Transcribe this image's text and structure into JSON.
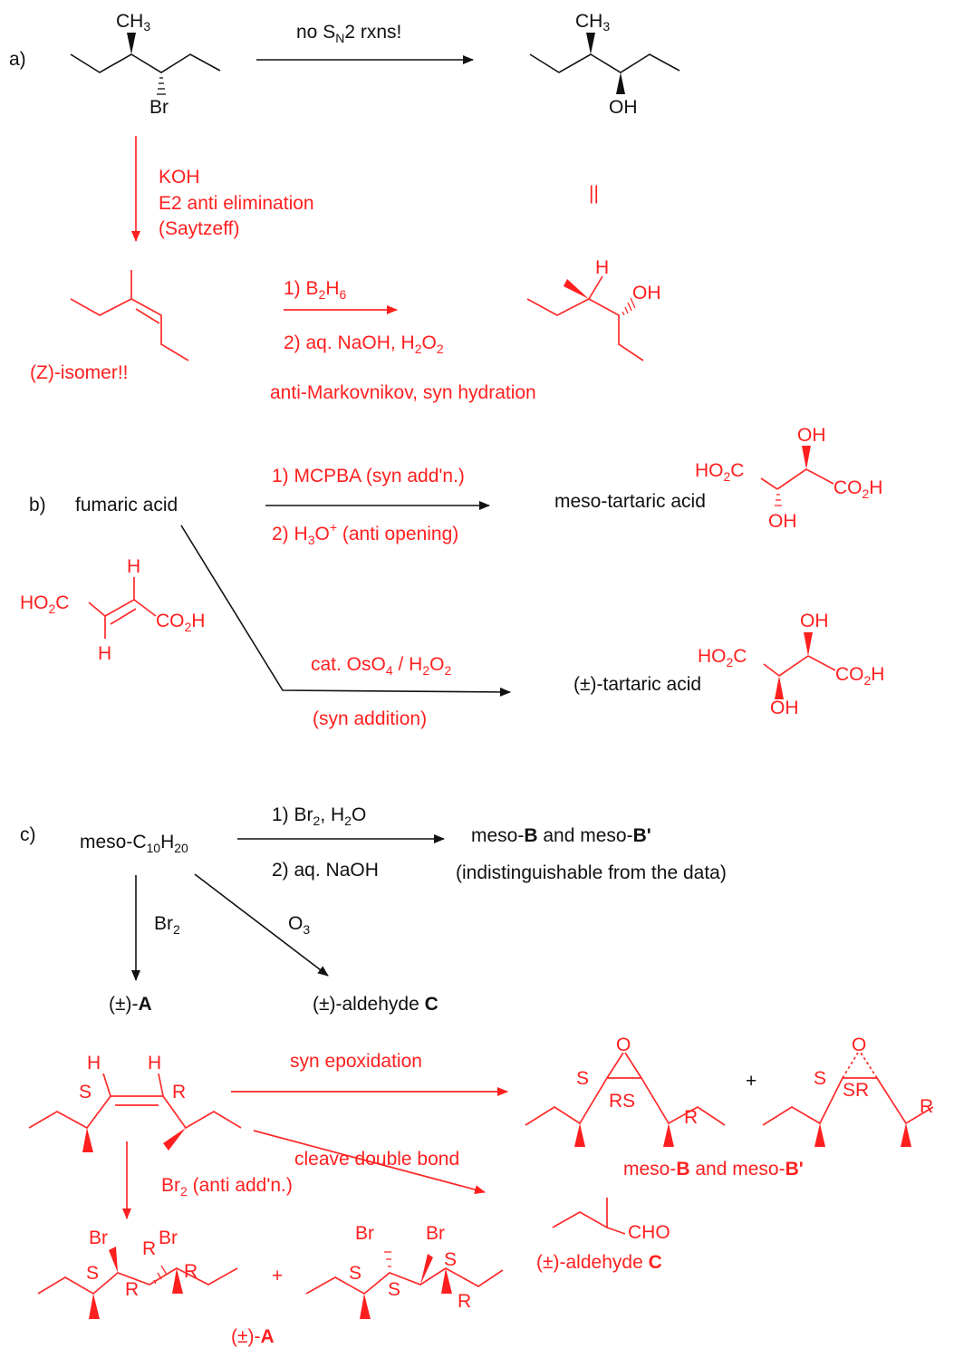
{
  "colors": {
    "ink": "#111111",
    "red": "#ff1f1f"
  },
  "a": {
    "label": "a)",
    "ch3": "CH",
    "ch3_sub": "3",
    "br": "Br",
    "oh": "OH",
    "top_arrow_pre": "no S",
    "top_arrow_sub": "N",
    "top_arrow_post": "2 rxns!",
    "down_1": "KOH",
    "down_2": "E2 anti elimination",
    "down_3": "(Saytzeff)",
    "equal_sign": "||",
    "z_isomer": "(Z)-isomer!!",
    "step1_pre": "1) B",
    "step1_s1": "2",
    "step1_mid": "H",
    "step1_s2": "6",
    "step2_pre": "2) aq. NaOH, H",
    "step2_s1": "2",
    "step2_mid": "O",
    "step2_s2": "2",
    "h": "H",
    "note": "anti-Markovnikov, syn hydration"
  },
  "b": {
    "label": "b)",
    "start": "fumaric acid",
    "upper_1": "1) MCPBA (syn add'n.)",
    "upper_2_pre": "2) H",
    "upper_2_sub": "3",
    "upper_2_mid": "O",
    "upper_2_sup": "+",
    "upper_2_post": " (anti opening)",
    "meso_name": "meso-tartaric acid",
    "lower_1_pre": "cat. OsO",
    "lower_1_s1": "4",
    "lower_1_mid": " / H",
    "lower_1_s2": "2",
    "lower_1_mid2": "O",
    "lower_1_s3": "2",
    "lower_2": "(syn addition)",
    "racemic_name": "(±)-tartaric acid",
    "ho2c_a": "HO",
    "ho2c_b": "2",
    "ho2c_c": "C",
    "co2h_a": "CO",
    "co2h_b": "2",
    "co2h_c": "H",
    "oh": "OH",
    "h": "H"
  },
  "c": {
    "label": "c)",
    "start_pre": "meso-C",
    "start_s1": "10",
    "start_mid": "H",
    "start_s2": "20",
    "r1_pre": "1) Br",
    "r1_s1": "2",
    "r1_mid": ", H",
    "r1_s2": "2",
    "r1_post": "O",
    "r2": "2) aq. NaOH",
    "prod_pre": "meso-",
    "prod_b": "B",
    "prod_mid": " and meso-",
    "prod_b2": "B'",
    "indist": "(indistinguishable from the data)",
    "br2_pre": "Br",
    "br2_sub": "2",
    "o3_pre": "O",
    "o3_sub": "3",
    "a_pre": "(±)-",
    "a_bold": "A",
    "c_pre": "(±)-aldehyde ",
    "c_bold": "C",
    "syn_epox": "syn epoxidation",
    "cleave": "cleave double bond",
    "anti_add_pre": "Br",
    "anti_add_sub": "2",
    "anti_add_post": " (anti add'n.)",
    "plus": "+",
    "o": "O",
    "s": "S",
    "r": "R",
    "h": "H",
    "br": "Br",
    "rs": "RS",
    "sr": "SR",
    "cho": "CHO"
  }
}
